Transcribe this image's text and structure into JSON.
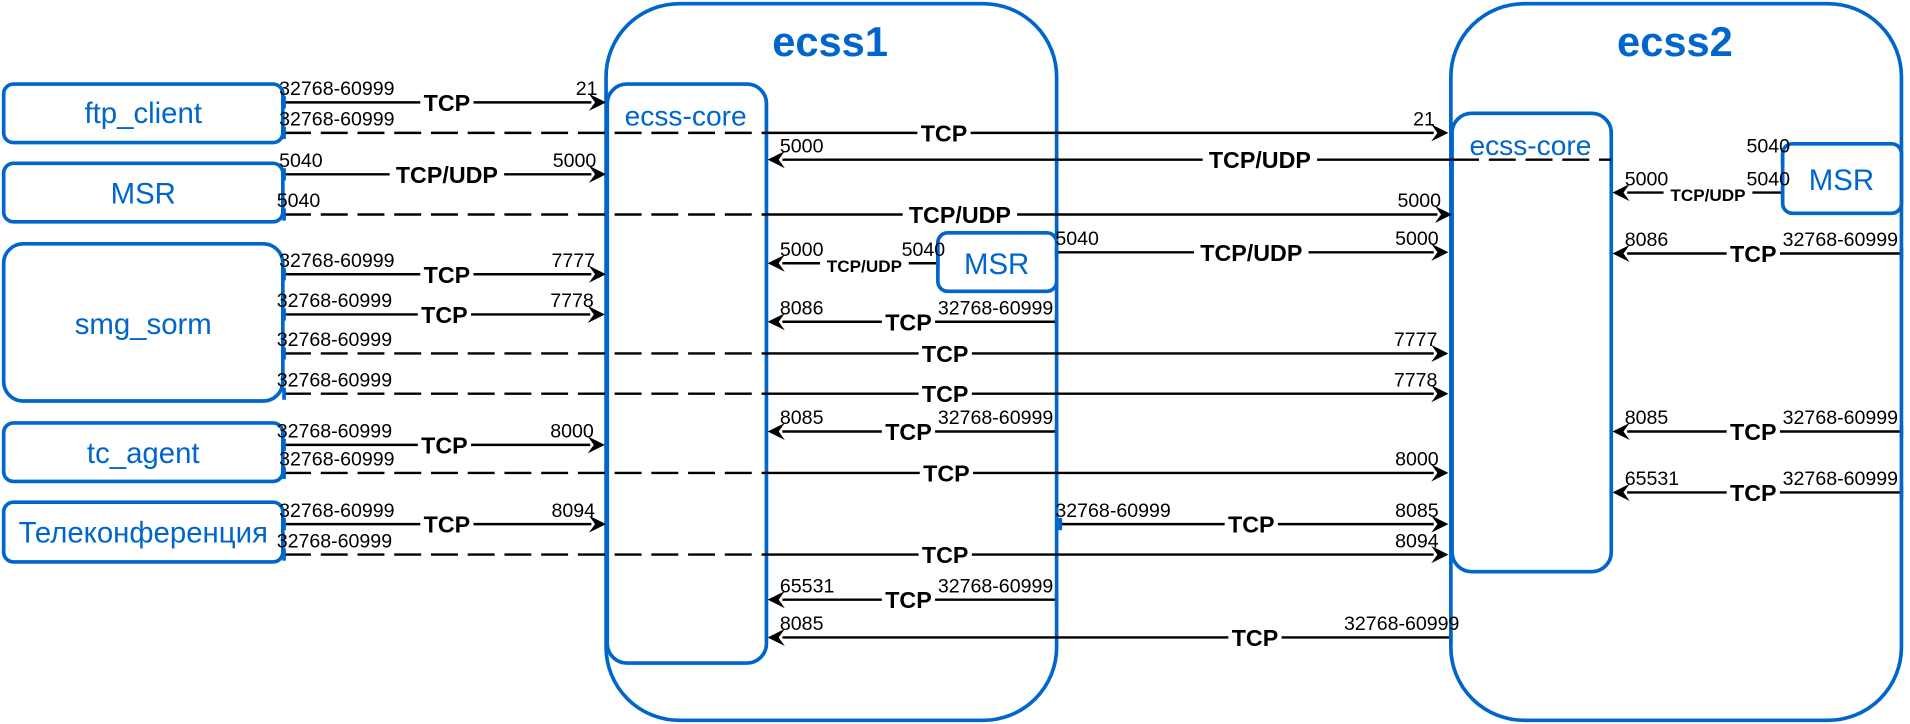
{
  "systems": [
    {
      "id": "ecss1",
      "title": "ecss1",
      "core_label": "ecss-core",
      "msr_label": "MSR"
    },
    {
      "id": "ecss2",
      "title": "ecss2",
      "core_label": "ecss-core",
      "msr_label": "MSR"
    }
  ],
  "clients": [
    {
      "id": "ftp_client",
      "label": "ftp_client"
    },
    {
      "id": "msr",
      "label": "MSR"
    },
    {
      "id": "smg_sorm",
      "label": "smg_sorm"
    },
    {
      "id": "tc_agent",
      "label": "tc_agent"
    },
    {
      "id": "teleconf",
      "label": "Телеконференция"
    }
  ],
  "colors": {
    "accent": "#0066CC",
    "line": "#000000"
  },
  "connections": [
    {
      "from": "ftp_client",
      "to": "ecss1.core",
      "protocol": "TCP",
      "src_port": "32768-60999",
      "dst_port": "21"
    },
    {
      "from": "ftp_client",
      "to": "ecss2.core",
      "protocol": "TCP",
      "src_port": "32768-60999",
      "dst_port": "21"
    },
    {
      "from": "ecss2.msr",
      "to": "ecss1.core",
      "protocol": "TCP/UDP",
      "src_port": "5040",
      "dst_port": "5000"
    },
    {
      "from": "msr",
      "to": "ecss1.core",
      "protocol": "TCP/UDP",
      "src_port": "5040",
      "dst_port": "5000"
    },
    {
      "from": "msr",
      "to": "ecss2.core",
      "protocol": "TCP/UDP",
      "src_port": "5040",
      "dst_port": "5000"
    },
    {
      "from": "ecss1.msr",
      "to": "ecss1.core",
      "protocol": "TCP/UDP",
      "src_port": "5040",
      "dst_port": "5000"
    },
    {
      "from": "ecss1.msr",
      "to": "ecss2.core",
      "protocol": "TCP/UDP",
      "src_port": "5040",
      "dst_port": "5000"
    },
    {
      "from": "ecss2.msr",
      "to": "ecss2.core",
      "protocol": "TCP/UDP",
      "src_port": "5040",
      "dst_port": "5000"
    },
    {
      "from": "smg_sorm",
      "to": "ecss1.core",
      "protocol": "TCP",
      "src_port": "32768-60999",
      "dst_port": "7777"
    },
    {
      "from": "smg_sorm",
      "to": "ecss1.core",
      "protocol": "TCP",
      "src_port": "32768-60999",
      "dst_port": "7778"
    },
    {
      "from": "ecss1",
      "to": "ecss1.core",
      "protocol": "TCP",
      "src_port": "32768-60999",
      "dst_port": "8086"
    },
    {
      "from": "ecss2",
      "to": "ecss2.core",
      "protocol": "TCP",
      "src_port": "32768-60999",
      "dst_port": "8086"
    },
    {
      "from": "smg_sorm",
      "to": "ecss2.core",
      "protocol": "TCP",
      "src_port": "32768-60999",
      "dst_port": "7777"
    },
    {
      "from": "smg_sorm",
      "to": "ecss2.core",
      "protocol": "TCP",
      "src_port": "32768-60999",
      "dst_port": "7778"
    },
    {
      "from": "ecss1",
      "to": "ecss1.core",
      "protocol": "TCP",
      "src_port": "32768-60999",
      "dst_port": "8085"
    },
    {
      "from": "ecss2",
      "to": "ecss2.core",
      "protocol": "TCP",
      "src_port": "32768-60999",
      "dst_port": "8085"
    },
    {
      "from": "tc_agent",
      "to": "ecss1.core",
      "protocol": "TCP",
      "src_port": "32768-60999",
      "dst_port": "8000"
    },
    {
      "from": "tc_agent",
      "to": "ecss2.core",
      "protocol": "TCP",
      "src_port": "32768-60999",
      "dst_port": "8000"
    },
    {
      "from": "ecss2",
      "to": "ecss2.core",
      "protocol": "TCP",
      "src_port": "32768-60999",
      "dst_port": "65531"
    },
    {
      "from": "teleconf",
      "to": "ecss1.core",
      "protocol": "TCP",
      "src_port": "32768-60999",
      "dst_port": "8094"
    },
    {
      "from": "ecss1",
      "to": "ecss2.core",
      "protocol": "TCP",
      "src_port": "32768-60999",
      "dst_port": "8085"
    },
    {
      "from": "teleconf",
      "to": "ecss2.core",
      "protocol": "TCP",
      "src_port": "32768-60999",
      "dst_port": "8094"
    },
    {
      "from": "ecss1",
      "to": "ecss1.core",
      "protocol": "TCP",
      "src_port": "32768-60999",
      "dst_port": "65531"
    },
    {
      "from": "ecss2",
      "to": "ecss1.core",
      "protocol": "TCP",
      "src_port": "32768-60999",
      "dst_port": "8085"
    }
  ]
}
